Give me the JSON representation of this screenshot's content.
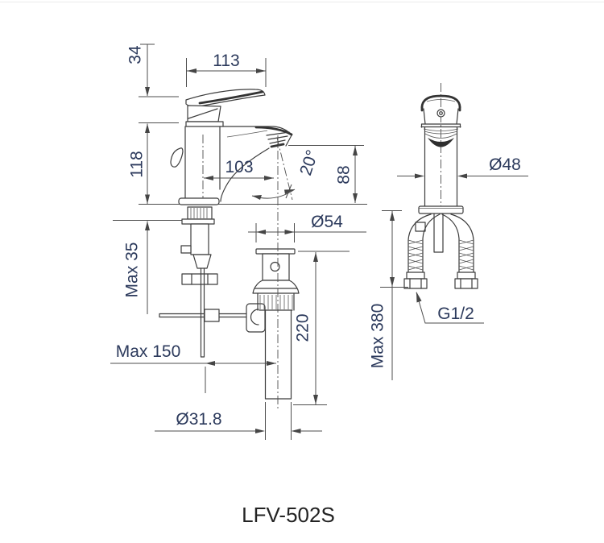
{
  "page": {
    "background": "#ffffff",
    "top_divider_color": "#ebebeb"
  },
  "drawing": {
    "model_label": "LFV-502S",
    "colors": {
      "object_line": "#3c3c3c",
      "dimension_line": "#4e4e4e",
      "dimension_text": "#2c3a5c",
      "model_text": "#232323"
    },
    "side_view": {
      "handle_clearance": "34",
      "handle_length": "113",
      "body_height": "118",
      "spout_reach": "103",
      "spout_angle": "20°",
      "spout_height": "88",
      "max_deck_thickness": "Max 35",
      "max_rod_to_drain": "Max 150"
    },
    "drain": {
      "flange_diameter": "Ø54",
      "tail_length": "220",
      "pipe_diameter": "Ø31.8"
    },
    "front_view": {
      "body_diameter": "Ø48",
      "max_hose_length": "Max 380",
      "thread_size": "G1/2"
    }
  }
}
